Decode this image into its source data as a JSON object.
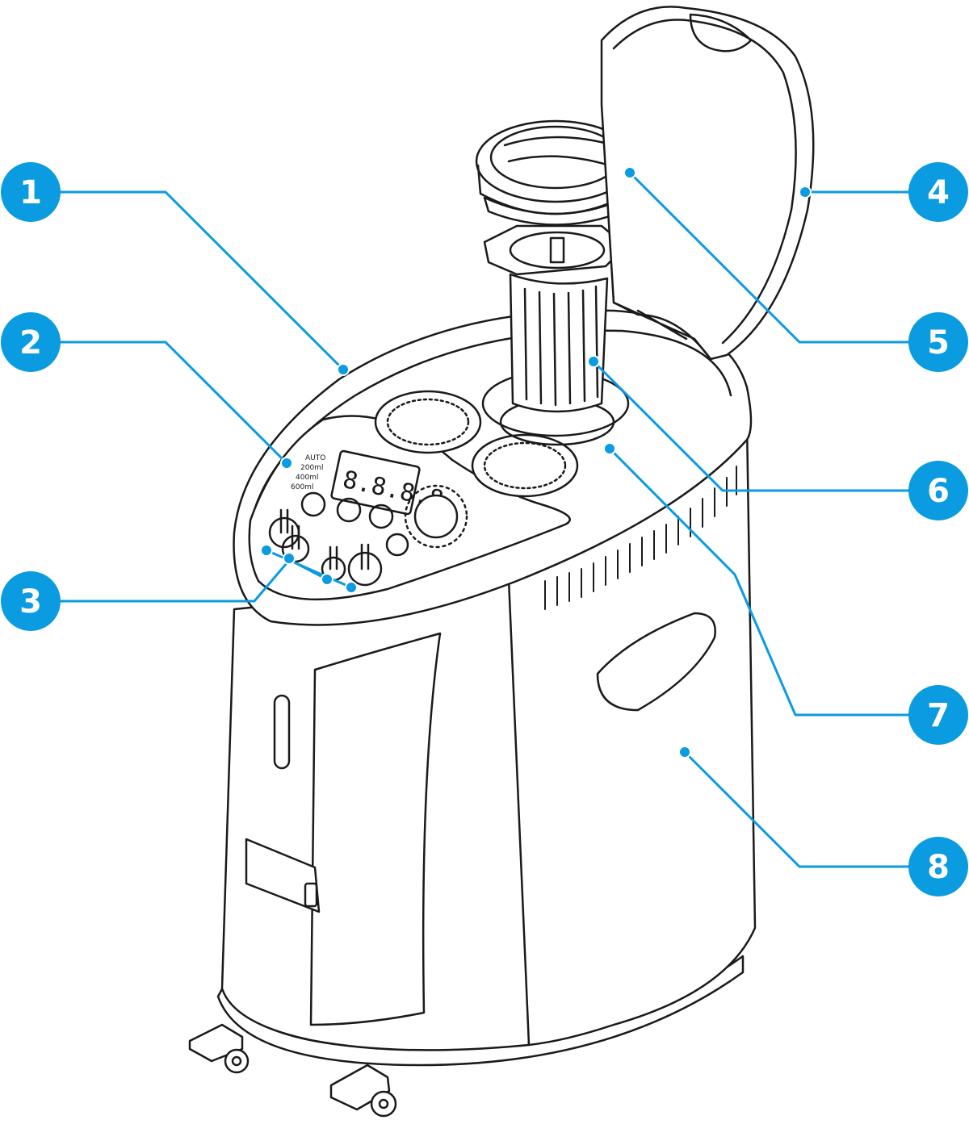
{
  "accent_color": "#0A9BE0",
  "line_color": "#1a1a1a",
  "callouts": [
    {
      "number": "1"
    },
    {
      "number": "2"
    },
    {
      "number": "3"
    },
    {
      "number": "4"
    },
    {
      "number": "5"
    },
    {
      "number": "6"
    },
    {
      "number": "7"
    },
    {
      "number": "8"
    }
  ],
  "panel": {
    "mode_labels": [
      "AUTO",
      "200ml",
      "400ml",
      "600ml"
    ],
    "display_digits": "8.8.8.8"
  }
}
